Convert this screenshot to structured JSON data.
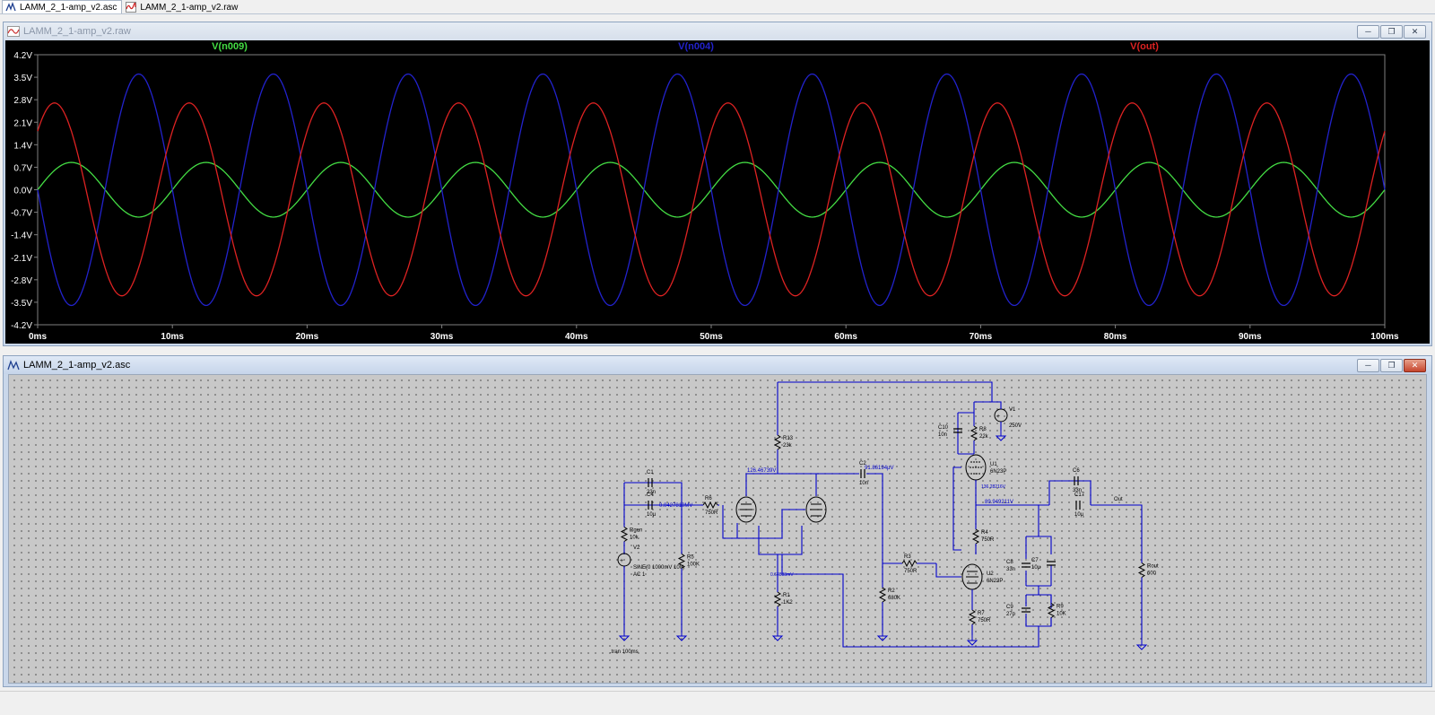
{
  "tabs": [
    {
      "label": "LAMM_2_1-amp_v2.asc",
      "icon": "schematic-icon",
      "active": true
    },
    {
      "label": "LAMM_2_1-amp_v2.raw",
      "icon": "waveform-icon",
      "active": false
    }
  ],
  "waveform_window": {
    "title": "LAMM_2_1-amp_v2.raw",
    "controls": [
      "minimize",
      "restore",
      "close"
    ]
  },
  "schematic_window": {
    "title": "LAMM_2_1-amp_v2.asc",
    "controls": [
      "minimize",
      "restore",
      "close"
    ]
  },
  "colors": {
    "plot_bg": "#000000",
    "axis_text": "#ffffff",
    "grid": "#808080",
    "wire": "#0000cc",
    "schematic_bg": "#c8c8c8"
  },
  "chart_data": {
    "type": "line",
    "title": "",
    "xlabel": "",
    "ylabel": "",
    "xlim": [
      0,
      100
    ],
    "ylim": [
      -4.2,
      4.2
    ],
    "x_ticks": [
      "0ms",
      "10ms",
      "20ms",
      "30ms",
      "40ms",
      "50ms",
      "60ms",
      "70ms",
      "80ms",
      "90ms",
      "100ms"
    ],
    "y_ticks": [
      "4.2V",
      "3.5V",
      "2.8V",
      "2.1V",
      "1.4V",
      "0.7V",
      "0.0V",
      "-0.7V",
      "-1.4V",
      "-2.1V",
      "-2.8V",
      "-3.5V",
      "-4.2V"
    ],
    "grid": false,
    "series": [
      {
        "name": "V(n009)",
        "color": "#44dd44",
        "amplitude": 0.85,
        "period_ms": 10,
        "phase_deg": 0,
        "offset": 0
      },
      {
        "name": "V(n004)",
        "color": "#2222cc",
        "amplitude": 3.6,
        "period_ms": 10,
        "phase_deg": 180,
        "offset": 0
      },
      {
        "name": "V(out)",
        "color": "#dd2222",
        "amplitude": 3.0,
        "period_ms": 10,
        "phase_deg": 45,
        "offset": -0.3
      }
    ]
  },
  "schematic": {
    "components": [
      {
        "ref": "V1",
        "value": "250V"
      },
      {
        "ref": "V2",
        "value": "SINE(0 1000mV 100)",
        "extra": "AC 1"
      },
      {
        "ref": "Rgen",
        "value": "10k"
      },
      {
        "ref": "R5",
        "value": "100K"
      },
      {
        "ref": "C1",
        "value": "23n"
      },
      {
        "ref": "C4",
        "value": "10µ"
      },
      {
        "ref": "R6",
        "value": "750R"
      },
      {
        "ref": "R13",
        "value": "23k"
      },
      {
        "ref": "R1",
        "value": "1K2"
      },
      {
        "ref": "C2",
        "value": "10n"
      },
      {
        "ref": "R3",
        "value": "750R"
      },
      {
        "ref": "R2",
        "value": "680K"
      },
      {
        "ref": "C10",
        "value": "10n"
      },
      {
        "ref": "R8",
        "value": "22k"
      },
      {
        "ref": "U1",
        "value": "6N23P"
      },
      {
        "ref": "U2",
        "value": "6N23P"
      },
      {
        "ref": "R4",
        "value": "750R"
      },
      {
        "ref": "R7",
        "value": "750R"
      },
      {
        "ref": "C6",
        "value": "33n"
      },
      {
        "ref": "C17",
        "value": "10µ"
      },
      {
        "ref": "C8",
        "value": "33n"
      },
      {
        "ref": "C7",
        "value": "10µ"
      },
      {
        "ref": "C9",
        "value": "27p"
      },
      {
        "ref": "R9",
        "value": "10K"
      },
      {
        "ref": "Rout",
        "value": "600"
      }
    ],
    "node_labels": [
      "126.46739V",
      "91.86194µV",
      "0.0427810MV",
      "89.949211V",
      "Out",
      "136.28216V",
      "0.64883mV"
    ],
    "directive": ".tran 100ms"
  }
}
